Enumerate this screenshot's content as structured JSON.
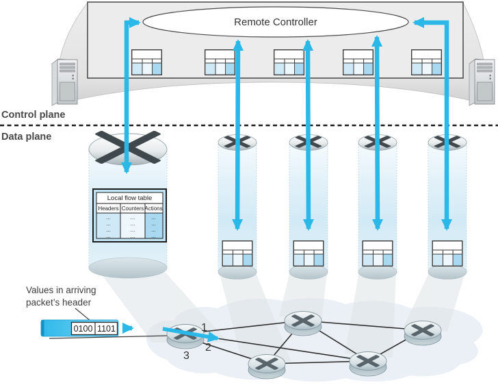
{
  "header": {
    "controller_label": "Remote Controller"
  },
  "planes": {
    "control_label": "Control plane",
    "data_label": "Data plane"
  },
  "flow_table": {
    "title": "Local flow table",
    "columns": [
      "Headers",
      "Counters",
      "Actions"
    ],
    "cell_ellipsis": "..."
  },
  "packet": {
    "annotation_line1": "Values in arriving",
    "annotation_line2": "packet’s header",
    "header_value_left": "0100",
    "header_value_right": "1101"
  },
  "network": {
    "link_labels": [
      "1",
      "2",
      "3"
    ]
  },
  "colors": {
    "accent_cyan": "#29b8e8",
    "panel_gray": "#ececec",
    "cylinder_blue": "#d8ecf7",
    "table_col_headers": "#cfe9f7",
    "table_col_counters": "#eef7fc",
    "table_col_actions": "#a9d9f0",
    "cloud_blue": "#eaf0f5",
    "line_dark": "#2e2e2e"
  },
  "icons": {
    "switch": "packet-switch-icon",
    "router": "router-icon",
    "server": "server-tower-icon",
    "table": "flow-table-icon"
  }
}
